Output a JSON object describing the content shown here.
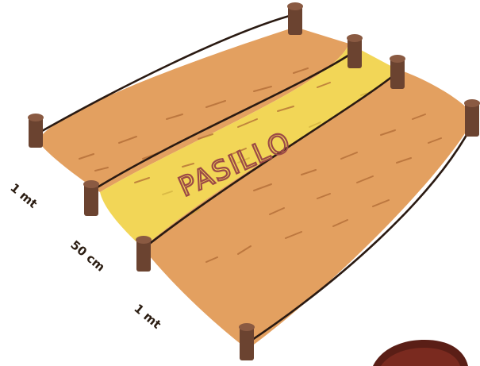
{
  "labels": {
    "aisle": "PASILLO",
    "bed_width_top": "1 mt",
    "aisle_width": "50 cm",
    "bed_width_bottom": "1 mt"
  },
  "colors": {
    "bed": "#e3a060",
    "bed_edge": "#c98743",
    "aisle": "#f2d657",
    "aisle_text": "#9c4a46",
    "string": "#2a1a12",
    "stake": "#6b4330",
    "stake_top": "#8a5a42",
    "corner_blob": "#5a1e16"
  },
  "elements": {
    "stakes_count": 8,
    "strings_count": 4
  }
}
